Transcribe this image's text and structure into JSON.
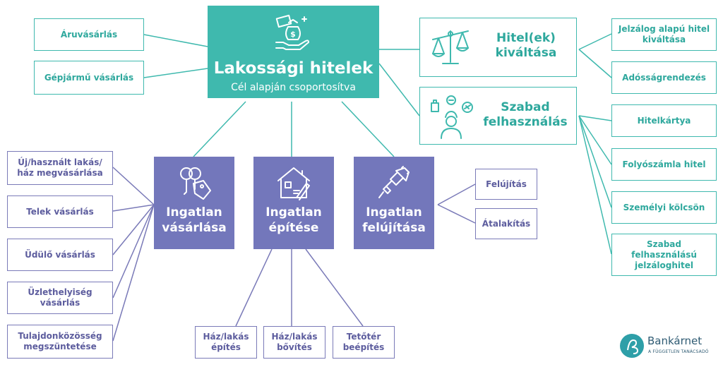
{
  "main": {
    "title": "Lakossági hitelek",
    "subtitle": "Cél alapján csoportosítva",
    "icon": "money-bag-hand-icon"
  },
  "left_goods": [
    "Áruvásárlás",
    "Gépjármű vásárlás"
  ],
  "refinance": {
    "label": "Hitel(ek) kiváltása",
    "icon": "scales-icon",
    "children": [
      "Jelzálog alapú hitel kiváltása",
      "Adósságrendezés"
    ]
  },
  "free_use": {
    "label": "Szabad felhasználás",
    "icon": "free-use-person-icon",
    "children": [
      "Hitelkártya",
      "Folyószámla hitel",
      "Személyi kölcsön",
      "Szabad felhasználású jelzáloghitel"
    ]
  },
  "purchase": {
    "label": "Ingatlan vásárlása",
    "icon": "keys-tag-icon",
    "children": [
      "Új/használt lakás/ ház megvásárlása",
      "Telek vásárlás",
      "Üdülő vásárlás",
      "Üzlethelyiség vásárlás",
      "Tulajdonközösség megszüntetése"
    ]
  },
  "build": {
    "label": "Ingatlan építése",
    "icon": "house-blueprint-icon",
    "children": [
      "Ház/lakás építés",
      "Ház/lakás bővítés",
      "Tetőtér beépítés"
    ]
  },
  "renovate": {
    "label": "Ingatlan felújítása",
    "icon": "paint-roller-icon",
    "children": [
      "Felújítás",
      "Átalakítás"
    ]
  },
  "logo": {
    "name": "Bankárnet",
    "tagline": "A FÜGGETLEN TANÁCSADÓ",
    "icon": "bankarnet-logo-icon"
  },
  "colors": {
    "teal": "#3fb9ae",
    "purple": "#7377bb",
    "purple_line": "#7a7ab8"
  }
}
